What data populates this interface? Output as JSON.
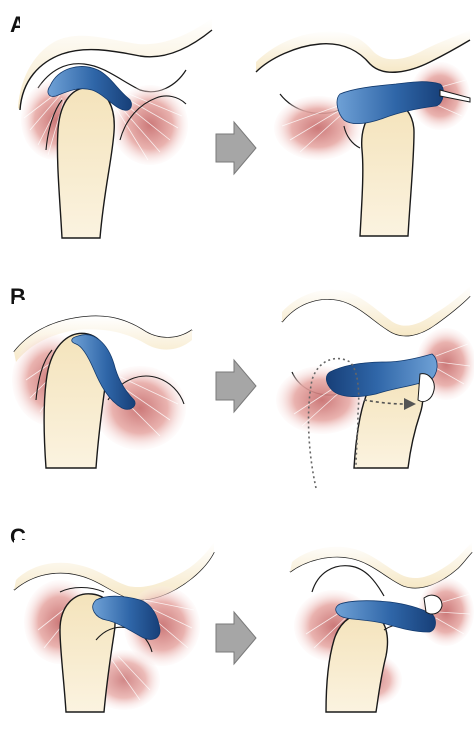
{
  "panels": [
    {
      "label": "A"
    },
    {
      "label": "B"
    },
    {
      "label": "C"
    }
  ],
  "colors": {
    "bone_fill": "#f7ebcd",
    "bone_stroke": "#1a1a1a",
    "disc_dark": "#1d4f8e",
    "disc_light": "#6fa1d6",
    "ligament_dark": "#c96d6d",
    "ligament_light": "#f6e0de",
    "arrow_fill": "#a6a6a6",
    "motion_path": "#666666"
  },
  "icons": {
    "transition_arrow": "right-arrow-icon",
    "motion_path": "dotted-motion-path"
  }
}
